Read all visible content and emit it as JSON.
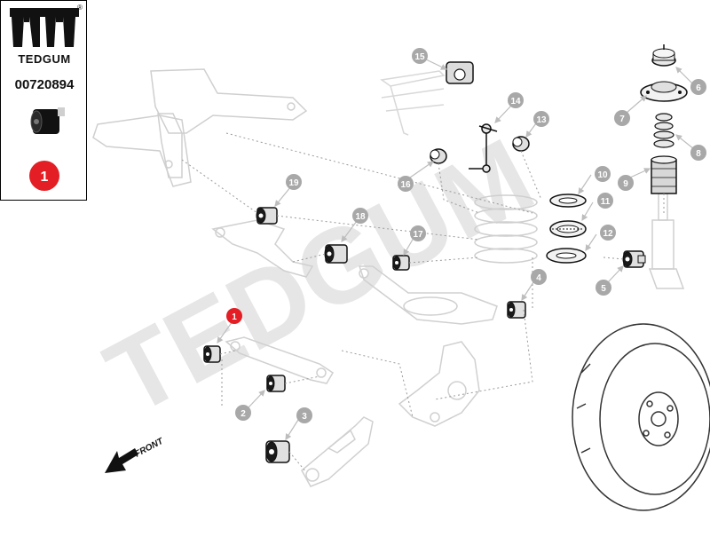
{
  "brand": {
    "name": "TEDGUM",
    "part_number": "00720894",
    "registered_mark": "®",
    "highlight_color": "#e31e24"
  },
  "highlighted_callout": "1",
  "watermark": "TEDGUM",
  "front_label": "FRONT",
  "callouts": [
    "1",
    "2",
    "3",
    "4",
    "5",
    "6",
    "7",
    "8",
    "9",
    "10",
    "11",
    "12",
    "13",
    "14",
    "15",
    "16",
    "17",
    "18",
    "19"
  ],
  "callout_color": "#a8a8a8"
}
